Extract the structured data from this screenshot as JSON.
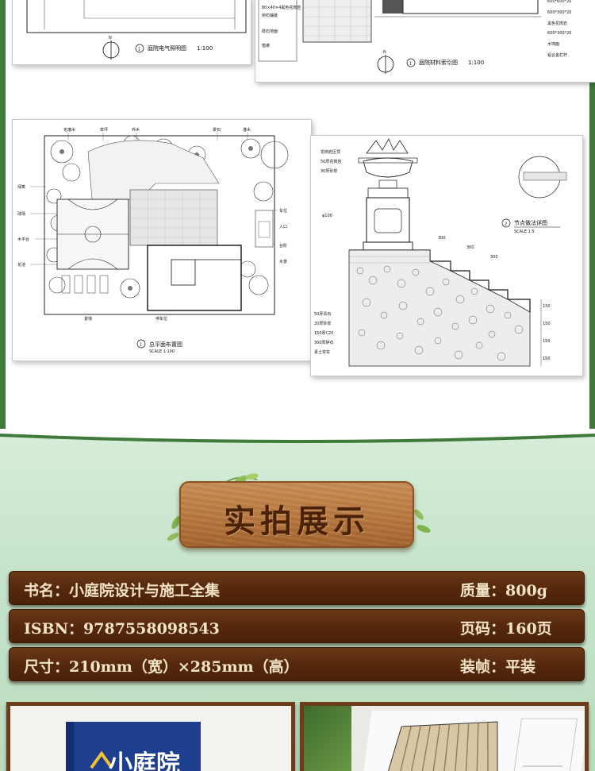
{
  "drawings": {
    "lighting_plan": {
      "number": "1",
      "caption": "庭院电气照明图",
      "scale": "1:100"
    },
    "material_index": {
      "number": "1",
      "caption": "庭院材料索引图",
      "scale": "1:100"
    },
    "site_plan": {
      "number": "1",
      "caption": "总平面布置图",
      "scale": "SCALE  1:100"
    },
    "node_detail": {
      "number": "2",
      "caption": "节点做法详图",
      "scale": "SCALE  1:5"
    },
    "north_label": "N"
  },
  "section_title": "实拍展示",
  "info": {
    "row1": {
      "left": "书名：小庭院设计与施工全集",
      "right": "质量：800g"
    },
    "row2": {
      "left": "ISBN：9787558098543",
      "right": "页码：160页"
    },
    "row3": {
      "left": "尺寸：210mm（宽）×285mm（高）",
      "right": "装帧：平装"
    }
  },
  "book_cover": {
    "title": "小庭院"
  },
  "colors": {
    "border_green": "#3f7a3a",
    "wood_bar": "#56290c",
    "bar_text": "#f3e4c8",
    "board": "#b9783f"
  }
}
